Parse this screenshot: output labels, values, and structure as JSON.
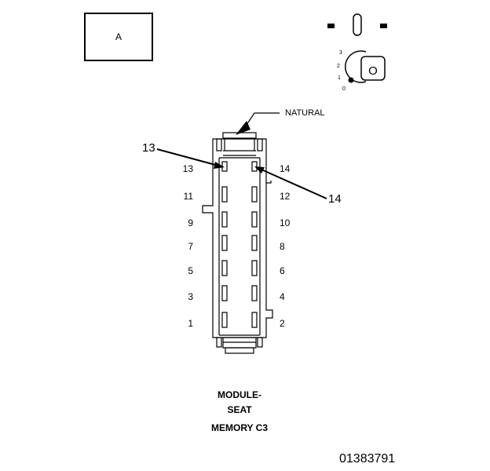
{
  "view_box_label": "A",
  "color_label": "NATURAL",
  "callouts": [
    "13",
    "14"
  ],
  "pins_left": [
    "13",
    "11",
    "9",
    "7",
    "5",
    "3",
    "1"
  ],
  "pins_right": [
    "14",
    "12",
    "10",
    "8",
    "6",
    "4",
    "2"
  ],
  "title_lines": [
    "MODULE-",
    "SEAT",
    "MEMORY C3"
  ],
  "document_number": "01383791",
  "key_icon": {
    "positions": [
      "3",
      "2",
      "1",
      "0"
    ],
    "key_letter": "O"
  }
}
